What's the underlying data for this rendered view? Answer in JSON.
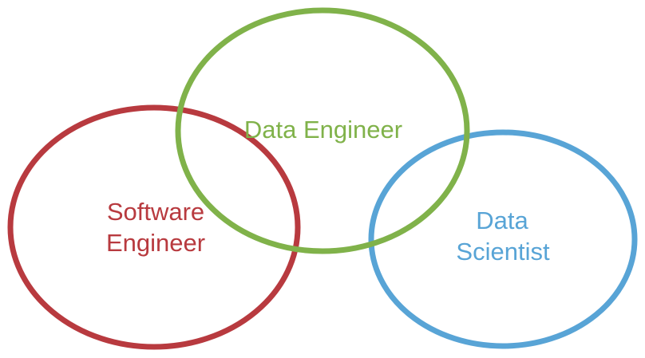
{
  "diagram": {
    "circles": [
      {
        "id": "software-engineer",
        "lines": [
          "Software",
          "Engineer"
        ],
        "color": "#b83a3f"
      },
      {
        "id": "data-scientist",
        "lines": [
          "Data",
          "Scientist"
        ],
        "color": "#58a4d6"
      },
      {
        "id": "data-engineer",
        "lines": [
          "Data Engineer"
        ],
        "color": "#80b24a"
      }
    ]
  }
}
